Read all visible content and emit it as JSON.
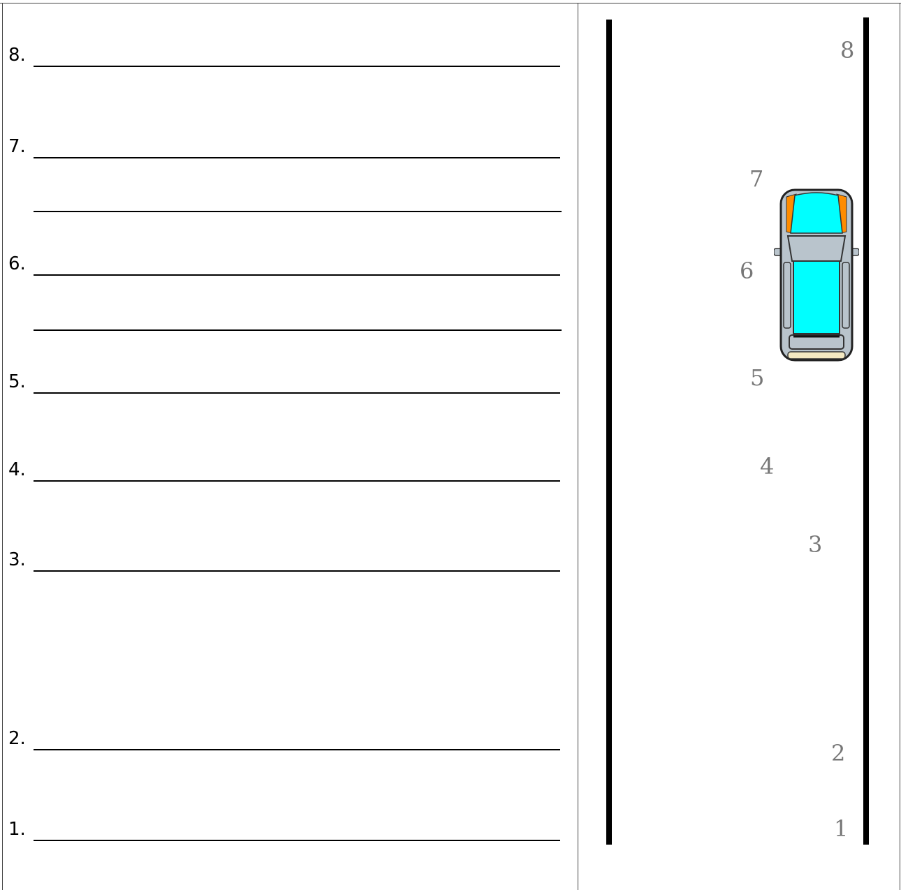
{
  "answers": [
    {
      "number": "8.",
      "has_extra_line": false
    },
    {
      "number": "7.",
      "has_extra_line": true
    },
    {
      "number": "6.",
      "has_extra_line": true
    },
    {
      "number": "5.",
      "has_extra_line": false
    },
    {
      "number": "4.",
      "has_extra_line": false
    },
    {
      "number": "3.",
      "has_extra_line": false
    },
    {
      "number": "2.",
      "has_extra_line": false
    },
    {
      "number": "1.",
      "has_extra_line": false
    }
  ],
  "diagram": {
    "position_labels": [
      "8",
      "7",
      "6",
      "5",
      "4",
      "3",
      "2",
      "1"
    ],
    "car_colors": {
      "glass": "#00ffff",
      "body": "#b9c4cc",
      "lights": "#ff8c00"
    }
  }
}
